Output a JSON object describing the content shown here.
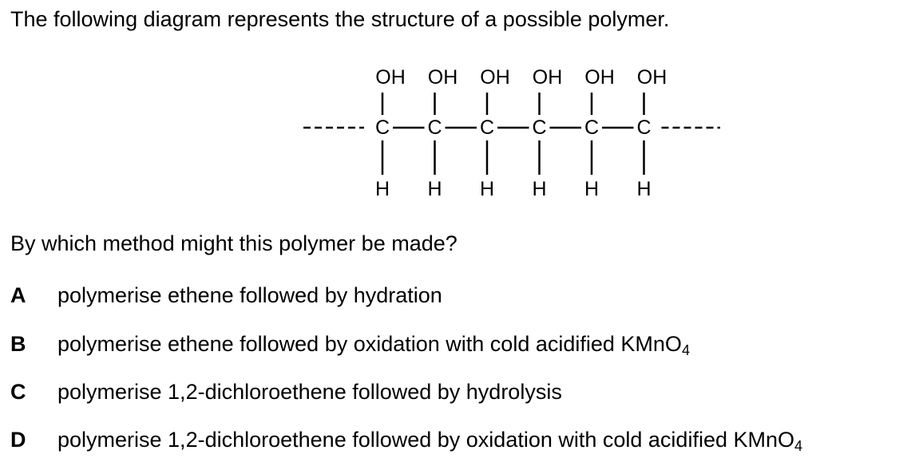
{
  "intro": "The following diagram represents the structure of a possible polymer.",
  "structure": {
    "top_group": "OH",
    "backbone_atom": "C",
    "bottom_group": "H",
    "repeat_count": 6
  },
  "question": "By which method might this polymer be made?",
  "options": [
    {
      "letter": "A",
      "text": "polymerise ethene followed by hydration",
      "formula": "",
      "subscript": ""
    },
    {
      "letter": "B",
      "text": "polymerise ethene followed by oxidation with cold acidified ",
      "formula": "KMnO",
      "subscript": "4"
    },
    {
      "letter": "C",
      "text": "polymerise 1,2-dichloroethene followed by hydrolysis",
      "formula": "",
      "subscript": ""
    },
    {
      "letter": "D",
      "text": "polymerise 1,2-dichloroethene followed by oxidation with cold acidified ",
      "formula": "KMnO",
      "subscript": "4"
    }
  ]
}
